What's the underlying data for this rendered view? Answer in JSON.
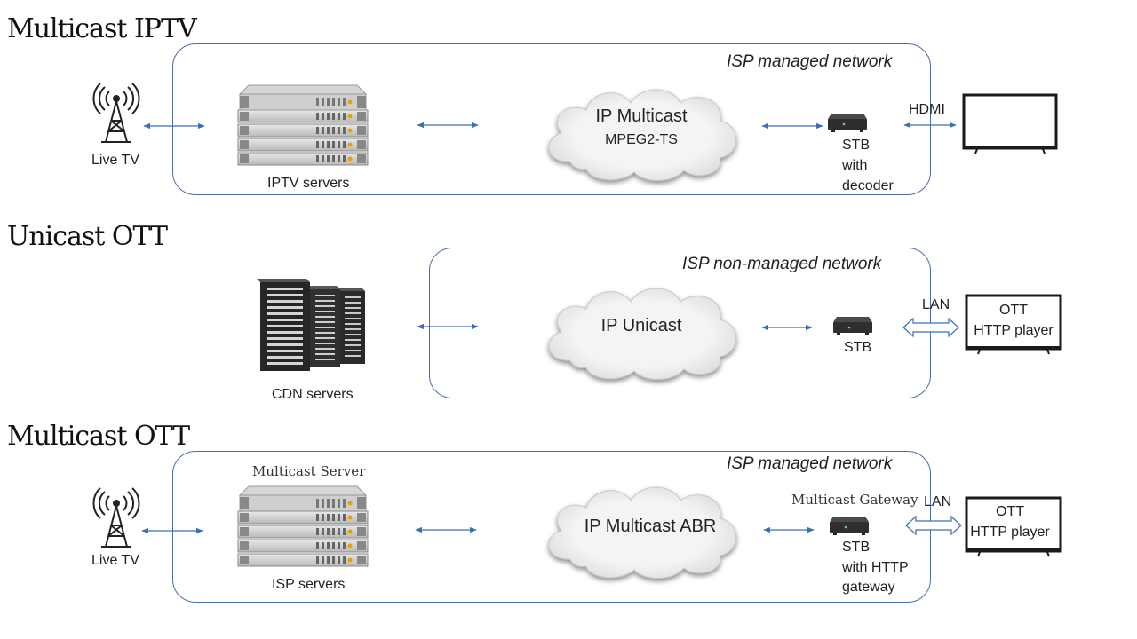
{
  "sections": {
    "multicast_iptv": {
      "title": "Multicast IPTV",
      "network_label": "ISP managed network",
      "source_label": "Live TV",
      "servers_label": "IPTV servers",
      "cloud_line1": "IP Multicast",
      "cloud_line2": "MPEG2-TS",
      "stb_lines": [
        "STB",
        "with",
        "decoder"
      ],
      "link_label": "HDMI"
    },
    "unicast_ott": {
      "title": "Unicast OTT",
      "network_label": "ISP non-managed  network",
      "servers_label": "CDN servers",
      "cloud_line1": "IP Unicast",
      "stb_label": "STB",
      "link_label": "LAN",
      "tv_lines": [
        "OTT",
        "HTTP player"
      ]
    },
    "multicast_ott": {
      "title": "Multicast OTT",
      "network_label": "ISP managed network",
      "source_label": "Live TV",
      "server_caption": "Multicast Server",
      "servers_label": "ISP servers",
      "cloud_line1": "IP Multicast ABR",
      "gateway_caption": "Multicast Gateway",
      "stb_lines": [
        "STB",
        "with HTTP",
        "gateway"
      ],
      "link_label": "LAN",
      "tv_lines": [
        "OTT",
        "HTTP player"
      ]
    }
  },
  "icons": {
    "tower": "radio-tower-icon",
    "rack": "server-rack-icon",
    "cdn": "cdn-server-cabinets-icon",
    "cloud": "cloud-icon",
    "stb": "set-top-box-icon",
    "tv": "television-icon"
  },
  "colors": {
    "arrow": "#3b6fb6",
    "box_border": "#4a6fa5",
    "cloud_fill": "#efefef"
  }
}
